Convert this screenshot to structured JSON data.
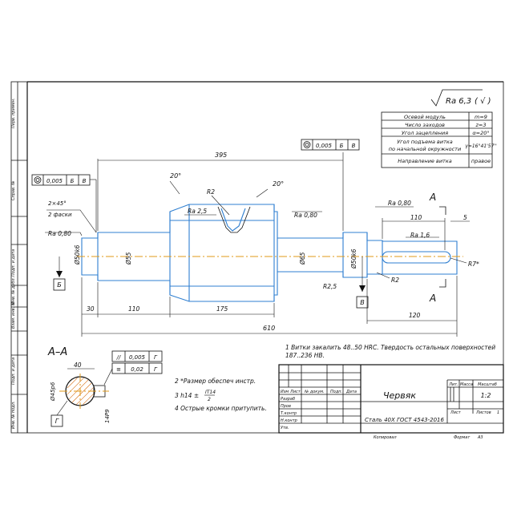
{
  "roughness_general": {
    "symbol": "Ra 6,3",
    "brackets": "( √ )"
  },
  "params_table": [
    {
      "label": "Осевой модуль",
      "value": "m=9"
    },
    {
      "label": "Число заходов",
      "value": "z=3"
    },
    {
      "label": "Угол зацепления",
      "value": "α=20°"
    },
    {
      "label": "Угол подъема витка",
      "label2": "по начальной окружности",
      "value": "γ=16°41'57''"
    },
    {
      "label": "Направление витка",
      "value": "правое"
    }
  ],
  "frames": {
    "left": {
      "v1": "0,005",
      "v2": "Б",
      "v3": "В"
    },
    "top": {
      "v1": "0,005",
      "v2": "Б",
      "v3": "В"
    },
    "sec1": {
      "v1": "0,005",
      "v2": "Г"
    },
    "sec2": {
      "v1": "0,02",
      "v2": "Г"
    }
  },
  "dims": {
    "d395": "395",
    "d610": "610",
    "d30": "30",
    "d110a": "110",
    "d175": "175",
    "d110b": "110",
    "d120": "120",
    "d5": "5",
    "d40": "40",
    "ang20a": "20°",
    "ang20b": "20°",
    "chamfer1": "2×45°",
    "chamfer2": "2 фаски",
    "r2a": "R2",
    "r2b": "R2",
    "r25": "R2,5",
    "r7": "R7*",
    "phi_left": "Ø50k6",
    "phi_55": "Ø55",
    "phi_65": "Ø65",
    "phi_right": "Ø50k6",
    "sec_phi": "Ø45p6",
    "sec_key": "14P9"
  },
  "rough": {
    "ra080a": "Ra 0,80",
    "ra25": "Ra 2,5",
    "ra080b": "Ra 0,80",
    "ra080c": "Ra 0,80",
    "ra16": "Ra 1,6"
  },
  "datums": {
    "b": "Б",
    "v": "В",
    "g": "Г"
  },
  "section": {
    "title": "А–А",
    "mark_a": "А"
  },
  "notes": {
    "n1a": "1 Витки закалить 48..50 HRC. Твердость остальных поверхностей",
    "n1b": "187..236 HB.",
    "n2": "2 *Размер обеспеч инстр.",
    "n3a": "3 h14 ±",
    "n3b": "IT14",
    "n3c": "2",
    "n4": "4 Острые кромки притупить."
  },
  "title_block": {
    "name": "Червяк",
    "material": "Сталь 40Х ГОСТ 4543-2016",
    "lit": "Лит.",
    "mass": "Масса",
    "scale": "Масштаб",
    "scale_val": "1:2",
    "sheet": "Лист",
    "sheets": "Листов",
    "sheets_val": "1",
    "izm": "Изм",
    "list": "Лист",
    "ndoc": "№ докум.",
    "podp": "Подп.",
    "data": "Дата",
    "razrab": "Разраб",
    "prov": "Пров",
    "tkontr": "Т.контр",
    "nkontr": "Н.контр",
    "utv": "Утв.",
    "kopir": "Копировал",
    "format": "Формат",
    "format_val": "А3"
  },
  "side_labels": [
    "Перв. примен.",
    "Справ. №",
    "Подп. и дата",
    "Инв. № дубл.",
    "Взам. инв. №",
    "Подп. и дата",
    "Инв. № подл."
  ]
}
